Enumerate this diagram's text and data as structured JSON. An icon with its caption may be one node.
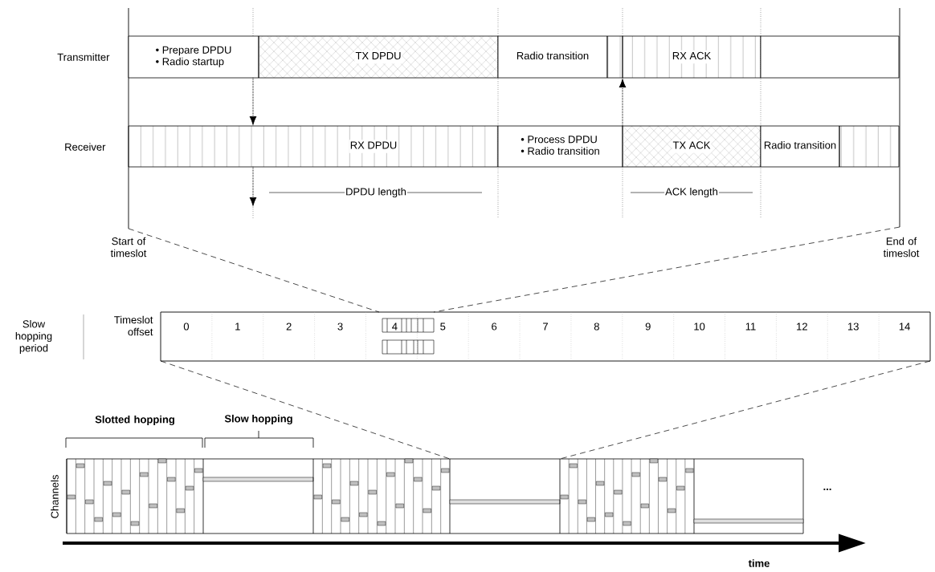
{
  "diagram": {
    "nodes": [
      {
        "text": [
          "• Prepare DPDU",
          "• Radio startup"
        ]
      },
      {
        "text": [
          "TX DPDU"
        ]
      },
      {
        "text": [
          "Radio transition"
        ]
      },
      {
        "text": [],
        "shape": "box"
      },
      {
        "text": [
          "RX ACK"
        ]
      },
      {
        "text": [],
        "shape": "box"
      },
      {
        "text": [
          "RX DPDU"
        ]
      },
      {
        "text": [
          "• Process DPDU",
          "• Radio transition"
        ]
      },
      {
        "text": [
          "TX ACK"
        ]
      },
      {
        "text": [
          "Radio transition"
        ]
      },
      {
        "text": [],
        "shape": "box"
      }
    ],
    "edges": [
      {
        "from": 1,
        "to": 6,
        "arrow": "to",
        "style": "dashed"
      },
      {
        "from": 6,
        "to": null,
        "arrow": "to",
        "style": "dashed"
      },
      {
        "from": 8,
        "to": 4,
        "arrow": "to",
        "style": "dashed"
      }
    ],
    "labels": [
      "Transmitter",
      "Receiver",
      "DPDU length",
      "ACK length",
      "Start of timeslot",
      "End of timeslot",
      "Slow hopping period",
      "Timeslot offset",
      "0",
      "1",
      "2",
      "3",
      "4",
      "5",
      "6",
      "7",
      "8",
      "9",
      "10",
      "11",
      "12",
      "13",
      "14",
      "Slotted hopping",
      "Slow hopping",
      "Channels",
      "...",
      "time"
    ]
  }
}
